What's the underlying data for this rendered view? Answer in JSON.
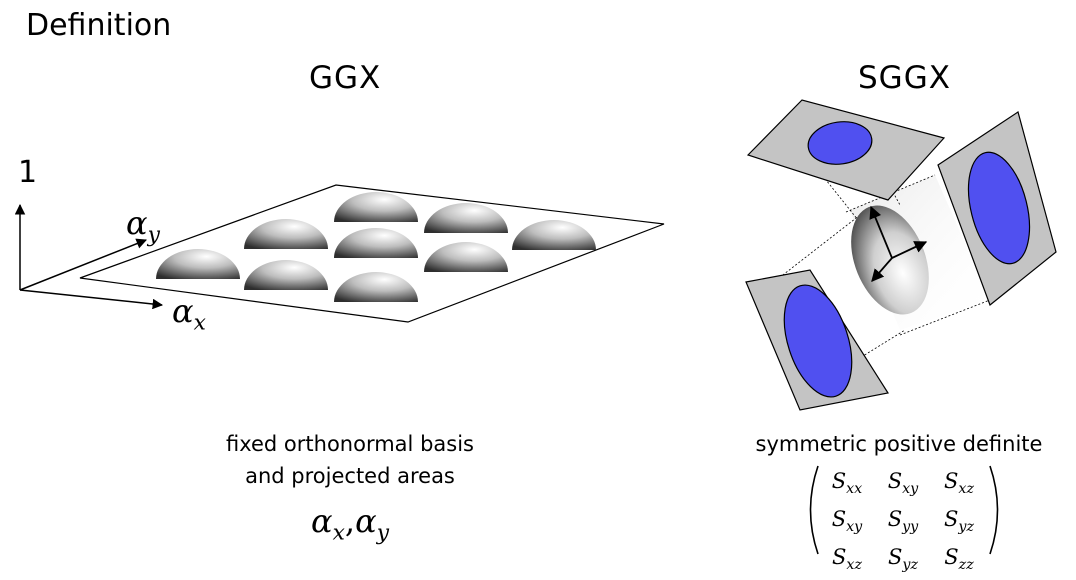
{
  "slide": {
    "title": "Definition"
  },
  "ggx": {
    "title": "GGX",
    "caption_line1": "fixed orthonormal basis",
    "caption_line2": "and projected areas",
    "axis_vertical_label": "1",
    "axis_y_symbol": "α",
    "axis_y_subscript": "y",
    "axis_x_symbol": "α",
    "axis_x_subscript": "x",
    "formula": {
      "a": "α",
      "a_sub": "x",
      "sep": ",",
      "b": "α",
      "b_sub": "y"
    }
  },
  "sggx": {
    "title": "SGGX",
    "caption": "symmetric positive definite",
    "matrix": [
      [
        {
          "s": "S",
          "sub": "xx"
        },
        {
          "s": "S",
          "sub": "xy"
        },
        {
          "s": "S",
          "sub": "xz"
        }
      ],
      [
        {
          "s": "S",
          "sub": "xy"
        },
        {
          "s": "S",
          "sub": "yy"
        },
        {
          "s": "S",
          "sub": "yz"
        }
      ],
      [
        {
          "s": "S",
          "sub": "xz"
        },
        {
          "s": "S",
          "sub": "yz"
        },
        {
          "s": "S",
          "sub": "zz"
        }
      ]
    ]
  },
  "colors": {
    "projection_fill": "#5050f0",
    "plate_fill": "#c4c4c4",
    "outline": "#000000"
  }
}
